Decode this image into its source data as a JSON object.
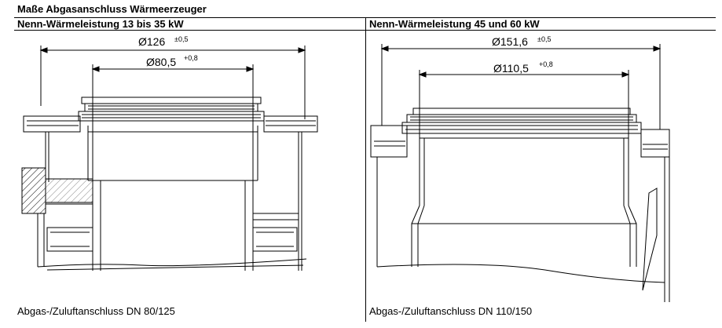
{
  "title": "Maße Abgasanschluss Wärmeerzeuger",
  "left": {
    "header": "Nenn-Wärmeleistung 13 bis 35 kW",
    "outer_dim": "Ø126",
    "outer_tol": "±0,5",
    "inner_dim": "Ø80,5",
    "inner_tol": "+0,8",
    "caption": "Abgas-/Zuluftanschluss DN 80/125"
  },
  "right": {
    "header": "Nenn-Wärmeleistung 45 und 60 kW",
    "outer_dim": "Ø151,6",
    "outer_tol": "±0,5",
    "inner_dim": "Ø110,5",
    "inner_tol": "+0,8",
    "caption": "Abgas-/Zuluftanschluss DN 110/150"
  }
}
